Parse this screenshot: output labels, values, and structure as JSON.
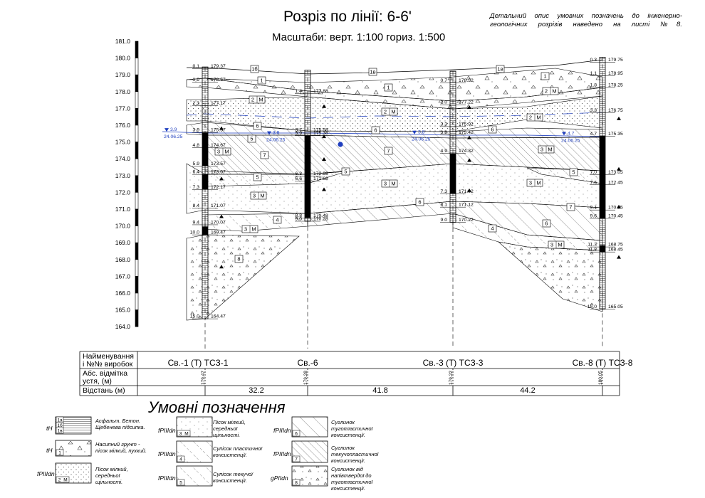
{
  "header": {
    "title": "Розріз по лінії: 6-6'",
    "subtitle": "Масштаби: верт. 1:100 гориз. 1:500",
    "note": "Детальний опис умовних позначень до інженерно-геологічних розрізів наведено на листі №8."
  },
  "elevation_scale": [
    "181.0",
    "180.0",
    "179.0",
    "178.0",
    "177.0",
    "176.0",
    "175.0",
    "174.0",
    "173.0",
    "172.0",
    "171.0",
    "170.0",
    "169.0",
    "168.0",
    "167.0",
    "166.0",
    "165.0",
    "164.0"
  ],
  "boreholes": [
    {
      "label": "Св.-1 (Т) ТСЗ-1",
      "mouth_elevation": "179.47",
      "depths": [
        "0.1",
        "0.9",
        "2.3",
        "3.9",
        "4.8",
        "5.9",
        "6.4",
        "7.3",
        "8.4",
        "9.4",
        "10.0",
        "15.0"
      ],
      "elevations": [
        "179.37",
        "178.57",
        "177.17",
        "175.57",
        "174.67",
        "173.57",
        "173.07",
        "172.17",
        "171.07",
        "170.07",
        "169.47",
        "164.47"
      ],
      "water": {
        "depth": "3.9",
        "date": "24.06.25"
      }
    },
    {
      "label": "Св.-6",
      "mouth_elevation": "179.28",
      "depths": [
        "1.4",
        "3.7",
        "3.9",
        "6.3",
        "6.6",
        "8.8",
        "9.0"
      ],
      "elevations": [
        "177.88",
        "175.58",
        "175.38",
        "172.98",
        "172.68",
        "170.48",
        "170.28"
      ],
      "water": {
        "depth": "3.9",
        "date": "24.06.25"
      }
    },
    {
      "label": "Св.-3 (Т) ТСЗ-3",
      "mouth_elevation": "179.22",
      "depths": [
        "0.7",
        "2.0",
        "3.3",
        "3.8",
        "4.9",
        "7.3",
        "8.1",
        "9.0"
      ],
      "elevations": [
        "178.52",
        "177.22",
        "175.92",
        "175.42",
        "174.32",
        "171.92",
        "171.12",
        "170.22"
      ],
      "water": {
        "depth": "3.8",
        "date": "24.06.25"
      }
    },
    {
      "label": "Св.-8 (Т) ТСЗ-8",
      "mouth_elevation": "180.05",
      "depths": [
        "0.3",
        "1.1",
        "1.8",
        "3.3",
        "4.7",
        "7.0",
        "7.6",
        "9.1",
        "9.6",
        "11.3",
        "11.8",
        "15.0"
      ],
      "elevations": [
        "179.75",
        "178.95",
        "178.25",
        "176.75",
        "175.35",
        "173.05",
        "172.45",
        "170.95",
        "170.45",
        "168.75",
        "168.45",
        "165.05"
      ],
      "water": {
        "depth": "4.7",
        "date": "24.06.25"
      }
    }
  ],
  "ige_labels": [
    "1б",
    "1в",
    "1",
    "2|М",
    "3|М",
    "4",
    "5",
    "6",
    "7",
    "8"
  ],
  "table": {
    "row1_label": "Найменування і №№ виробок",
    "row2_label": "Абс. відмітка устя, (м)",
    "row3_label": "Відстань (м)",
    "distances": [
      "32.2",
      "41.8",
      "44.2"
    ]
  },
  "legend": {
    "title": "Умовні позначення",
    "items": [
      {
        "code": "tH",
        "boxes": [
          "1а",
          "1б",
          "1в"
        ],
        "text": "Асфальт. Бетон. Щебенева підсипка."
      },
      {
        "code": "tH",
        "boxes": [
          "1"
        ],
        "text": "Насипний грунт - пісок мілкий, пухкий."
      },
      {
        "code": "fPIIIdn",
        "boxes": [
          "2|М"
        ],
        "text": "Пісок мілкий, середньої щільності."
      },
      {
        "code": "fPIIIdn",
        "boxes": [
          "3|М"
        ],
        "text": "Пісок мілкий, середньої щільності."
      },
      {
        "code": "fPIIIdn",
        "boxes": [
          "4"
        ],
        "text": "Супісок пластичної консистенції."
      },
      {
        "code": "fPIIIdn",
        "boxes": [
          "5"
        ],
        "text": "Супісок текучої консистенції."
      },
      {
        "code": "fPIIIdn",
        "boxes": [
          "6"
        ],
        "text": "Суглинок тугопластичної консистенції."
      },
      {
        "code": "fPIIIdn",
        "boxes": [
          "7"
        ],
        "text": "Суглинок текучопластичної консистенції."
      },
      {
        "code": "gPIIdn",
        "boxes": [
          "8"
        ],
        "text": "Суглинок від напівтвердої до тугопластичної консистенції."
      }
    ]
  },
  "colors": {
    "water_line": "#1f3fbf",
    "ink": "#000000"
  }
}
